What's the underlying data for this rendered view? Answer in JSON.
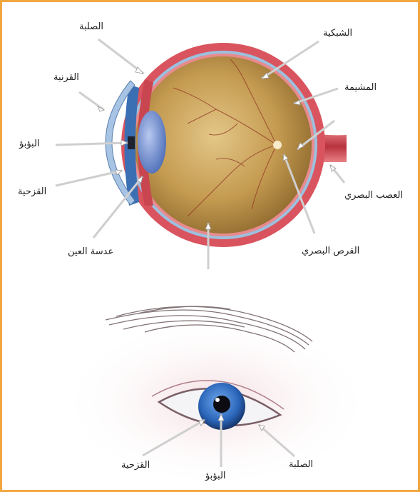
{
  "colors": {
    "border": "#f2a640",
    "sclera_red": "#d9545e",
    "choroid_blue": "#8fb7d9",
    "vitreous": "#c9a45a",
    "iris_blue": "#2f6fc0",
    "pointer": "#cfcfcf"
  },
  "eyeball_labels": {
    "sclera": "الصلبة",
    "retina": "الشبكية",
    "cornea": "القرنية",
    "choroid": "المشيمة",
    "pupil": "البؤبؤ",
    "iris": "القزحية",
    "optic_nerve": "العصب البصري",
    "lens": "عدسة العين",
    "optic_disc": "القرص البصري"
  },
  "face_labels": {
    "iris": "القزحية",
    "pupil": "البؤبؤ",
    "sclera": "الصلبة"
  }
}
